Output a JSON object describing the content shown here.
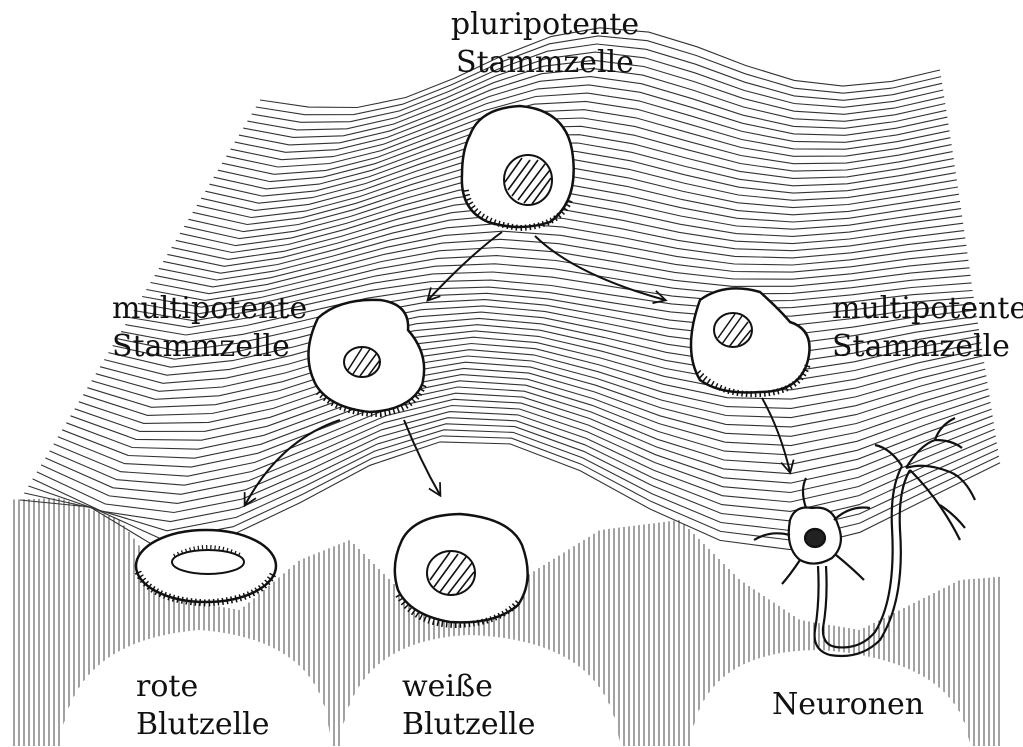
{
  "labels": {
    "pluripotent": {
      "line1": "pluripotente",
      "line2": "Stammzelle"
    },
    "multipotent_left": {
      "line1": "multipotente",
      "line2": "Stammzelle"
    },
    "multipotent_right": {
      "line1": "multipotente",
      "line2": "Stammzelle"
    },
    "red_blood_cell": {
      "line1": "rote",
      "line2": "Blutzelle"
    },
    "white_blood_cell": {
      "line1": "weiße",
      "line2": "Blutzelle"
    },
    "neurons": {
      "line1": "Neuronen"
    }
  },
  "style": {
    "ink": "#111111",
    "paper": "#ffffff"
  }
}
